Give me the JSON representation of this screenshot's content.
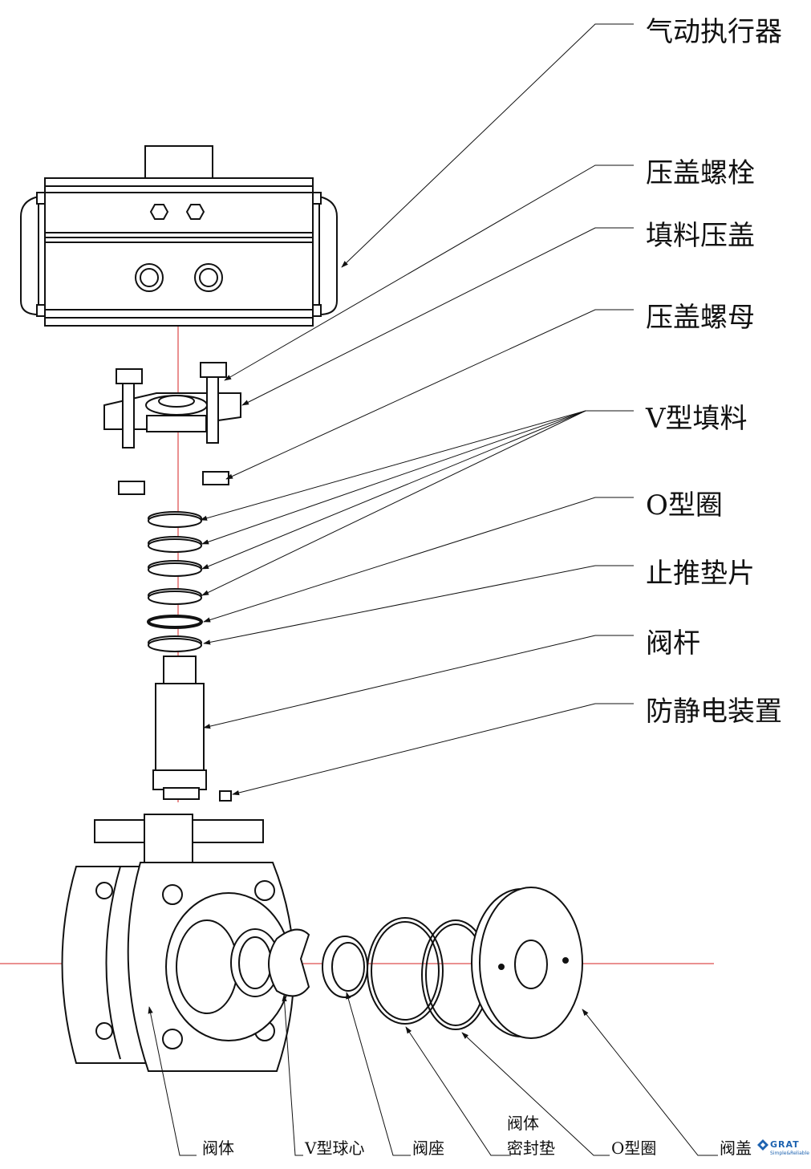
{
  "labels_right": [
    "气动执行器",
    "压盖螺栓",
    "填料压盖",
    "压盖螺母",
    "V型填料",
    "O型圈",
    "止推垫片",
    "阀杆",
    "防静电装置"
  ],
  "labels_bottom": [
    "阀体",
    "V型球心",
    "阀座",
    "阀体",
    "密封垫",
    "O型圈",
    "阀盖"
  ],
  "logo": {
    "name": "GRAT",
    "tagline": "Simple&Reliable",
    "color": "#1e63b0"
  },
  "colors": {
    "line": "#111111",
    "centerline": "#d62020"
  }
}
